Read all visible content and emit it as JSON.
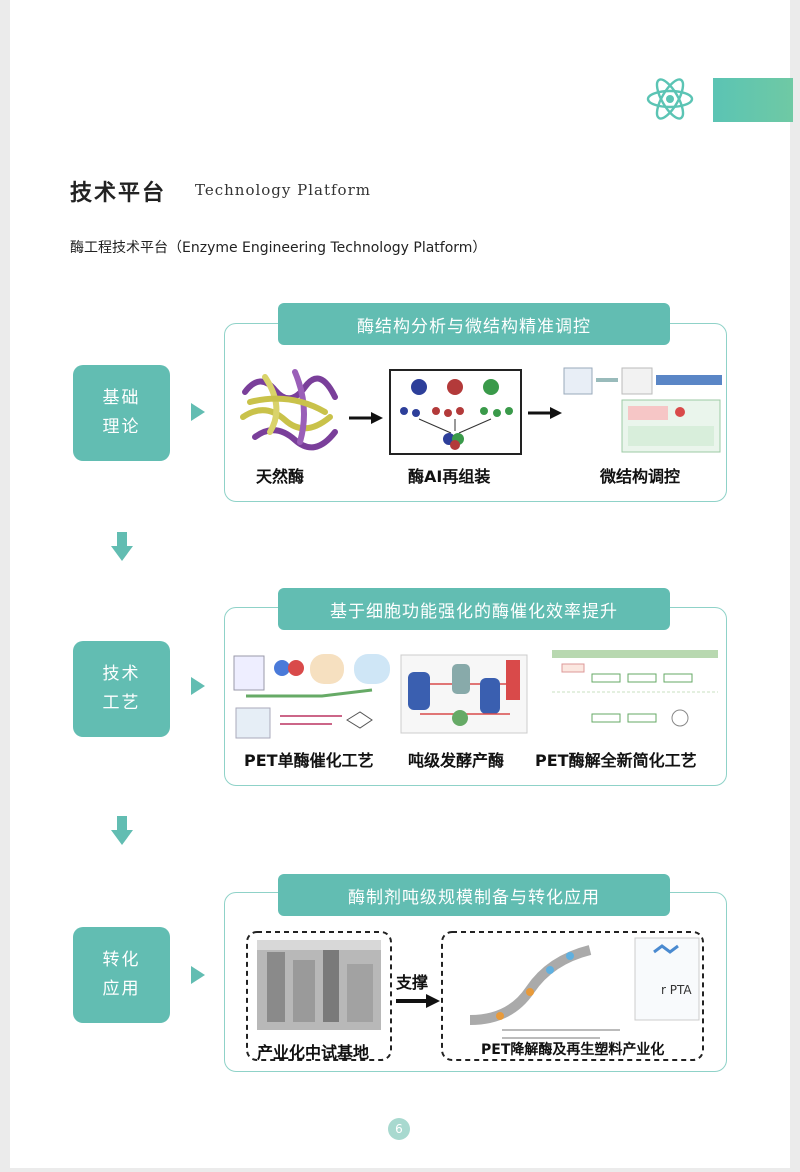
{
  "header": {
    "title_cn": "技术平台",
    "title_en": "Technology Platform",
    "subtitle": "酶工程技术平台（Enzyme Engineering Technology Platform）"
  },
  "sections": [
    {
      "step": [
        "基础",
        "理论"
      ],
      "banner": "酶结构分析与微结构精准调控",
      "labels": [
        "天然酶",
        "酶AI再组装",
        "微结构调控"
      ]
    },
    {
      "step": [
        "技术",
        "工艺"
      ],
      "banner": "基于细胞功能强化的酶催化效率提升",
      "labels": [
        "PET单酶催化工艺",
        "吨级发酵产酶",
        "PET酶解全新简化工艺"
      ]
    },
    {
      "step": [
        "转化",
        "应用"
      ],
      "banner": "酶制剂吨级规模制备与转化应用",
      "labels": [
        "产业化中试基地",
        "支撑",
        "PET降解酶及再生塑料产业化"
      ],
      "card_text": "r PTA"
    }
  ],
  "page_number": "6",
  "colors": {
    "accent": "#62bdb2",
    "panel_border": "#8fd2c8"
  }
}
